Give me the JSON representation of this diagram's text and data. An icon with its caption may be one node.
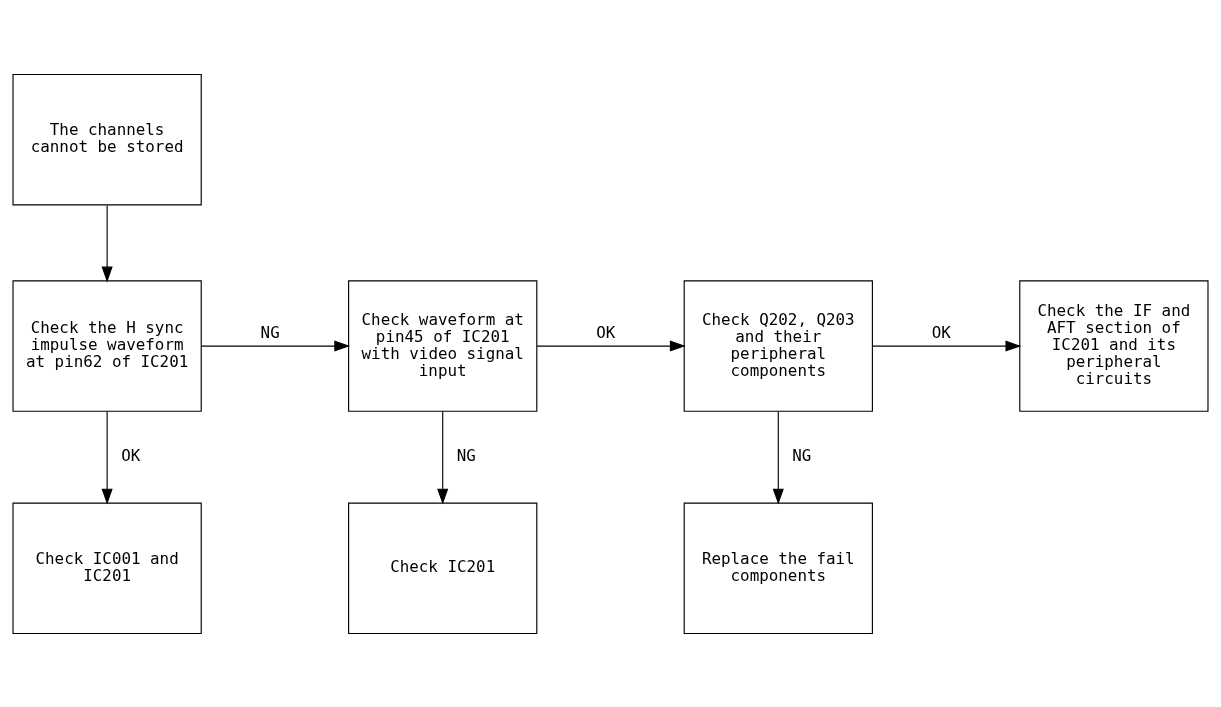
{
  "diagram": {
    "nodes": [
      {
        "text": [
          "The channels cannot be stored"
        ]
      },
      {
        "text": [
          "Check the H sync impulse waveform at pin62 of IC201"
        ]
      },
      {
        "text": [
          "Check waveform at pin45 of IC201 with video signal input"
        ]
      },
      {
        "text": [
          "Check Q202, Q203 and their peripheral components"
        ]
      },
      {
        "text": [
          "Check the IF and AFT section of IC201 and its peripheral circuits"
        ]
      },
      {
        "text": [
          "Check IC001 and IC201"
        ]
      },
      {
        "text": [
          "Check IC201"
        ]
      },
      {
        "text": [
          "Replace the fail components"
        ]
      }
    ],
    "edges": [
      {
        "from": 0,
        "to": 1,
        "arrow": "to"
      },
      {
        "from": 1,
        "to": 2,
        "arrow": "to",
        "label": "NG"
      },
      {
        "from": 2,
        "to": 3,
        "arrow": "to",
        "label": "OK"
      },
      {
        "from": 3,
        "to": 4,
        "arrow": "to",
        "label": "OK"
      },
      {
        "from": 1,
        "to": 5,
        "arrow": "to",
        "label": "OK"
      },
      {
        "from": 2,
        "to": 6,
        "arrow": "to",
        "label": "NG"
      },
      {
        "from": 3,
        "to": 7,
        "arrow": "to",
        "label": "NG"
      }
    ]
  }
}
